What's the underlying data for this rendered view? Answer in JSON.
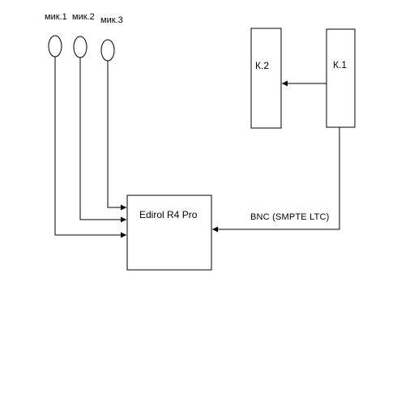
{
  "microphones": [
    {
      "id": "mic1",
      "label": "мик.1"
    },
    {
      "id": "mic2",
      "label": "мик.2"
    },
    {
      "id": "mic3",
      "label": "мик.3"
    }
  ],
  "cameras": [
    {
      "id": "cam2",
      "label": "К.2"
    },
    {
      "id": "cam1",
      "label": "К.1"
    }
  ],
  "recorder": {
    "id": "recorder",
    "label": "Edirol R4 Pro"
  },
  "connections": [
    {
      "from": "cam1",
      "to": "cam2",
      "label": ""
    },
    {
      "from": "mic3",
      "to": "recorder",
      "label": ""
    },
    {
      "from": "mic2",
      "to": "recorder",
      "label": ""
    },
    {
      "from": "mic1",
      "to": "recorder",
      "label": ""
    },
    {
      "from": "cam1",
      "to": "recorder",
      "label": "BNC (SMPTE LTC)"
    }
  ],
  "colors": {
    "stroke": "#000000",
    "background": "#ffffff"
  }
}
